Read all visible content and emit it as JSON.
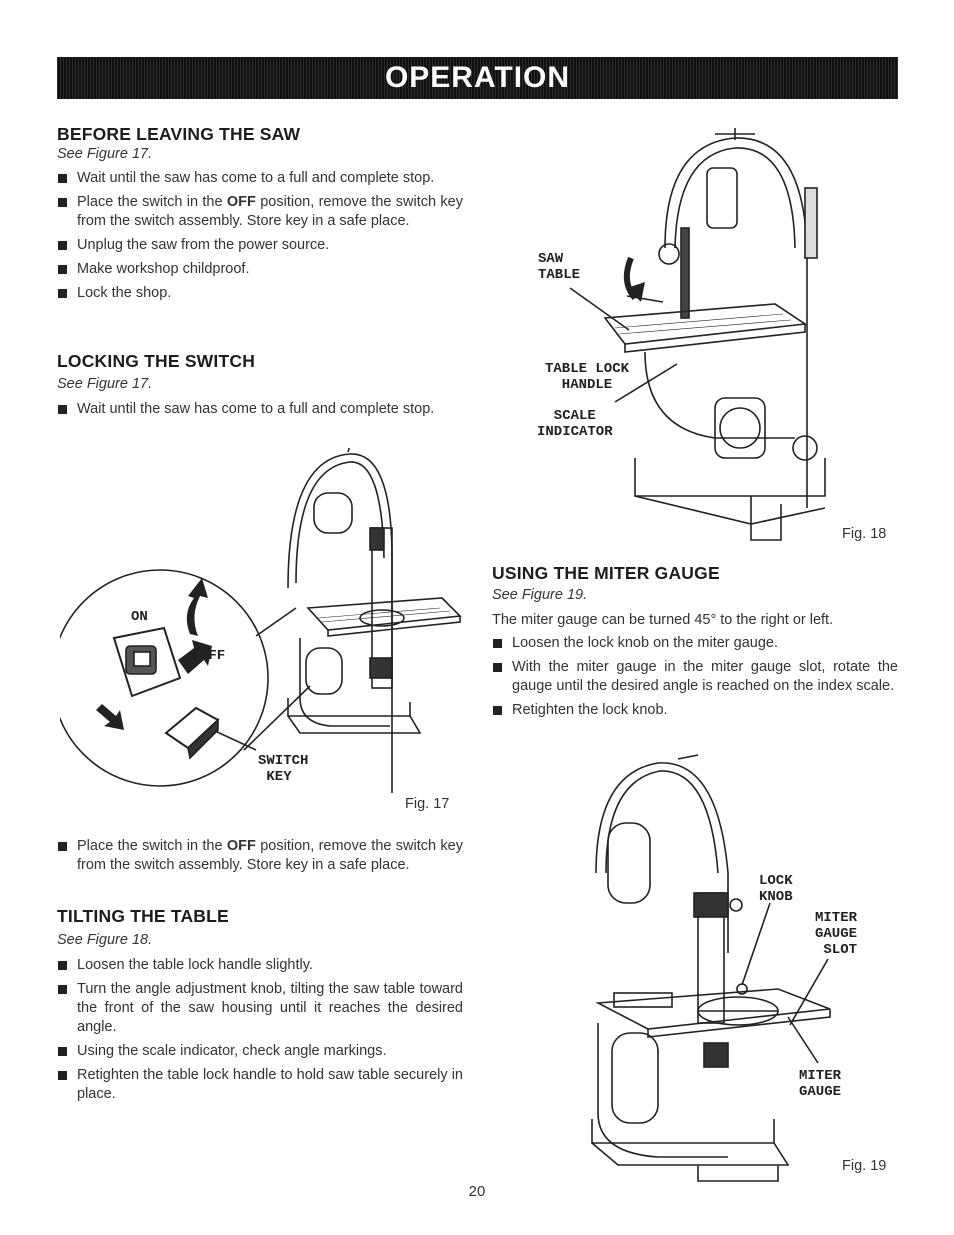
{
  "header": {
    "title": "OPERATION"
  },
  "before_leaving": {
    "heading": "BEFORE LEAVING THE SAW",
    "see": "See Figure 17.",
    "items": [
      "Wait until the saw has come to a full and complete stop.",
      "Place the switch in the OFF position, remove the switch key from the switch assembly. Store key in a safe place.",
      "Unplug the saw from the power source.",
      "Make workshop childproof.",
      "Lock the shop."
    ]
  },
  "locking_switch": {
    "heading": "LOCKING THE SWITCH",
    "see": "See Figure 17.",
    "items": [
      "Wait until the saw has come to a full and complete stop."
    ]
  },
  "fig17": {
    "caption": "Fig. 17",
    "on_label": "ON",
    "off_label": "OFF",
    "key_label": "SWITCH\n KEY",
    "after_items": [
      "Place the switch in the OFF position, remove the switch key from the switch assembly. Store key in a safe place."
    ]
  },
  "tilting_table": {
    "heading": "TILTING THE TABLE",
    "see": "See Figure 18.",
    "items": [
      "Loosen the table lock handle slightly.",
      "Turn the angle adjustment knob, tilting the saw table toward the front of the saw housing until it reaches the desired angle.",
      "Using the scale indicator, check angle markings.",
      "Retighten the table lock handle to hold saw table securely in place."
    ]
  },
  "fig18": {
    "caption": "Fig. 18",
    "saw_table": "SAW\nTABLE",
    "table_lock": "TABLE LOCK\n  HANDLE",
    "scale_indicator": "  SCALE\nINDICATOR"
  },
  "miter_gauge": {
    "heading": "USING THE MITER GAUGE",
    "see": "See Figure 19.",
    "intro": "The miter gauge can be turned 45° to the right or left.",
    "items": [
      "Loosen the lock knob on the miter gauge.",
      "With the miter gauge in the miter gauge slot, rotate the gauge until the desired angle is reached on the index scale.",
      "Retighten the lock knob."
    ]
  },
  "fig19": {
    "caption": "Fig. 19",
    "lock_knob": "LOCK\nKNOB",
    "slot": "MITER\nGAUGE\n SLOT",
    "gauge": "MITER\nGAUGE"
  },
  "page_number": "20"
}
